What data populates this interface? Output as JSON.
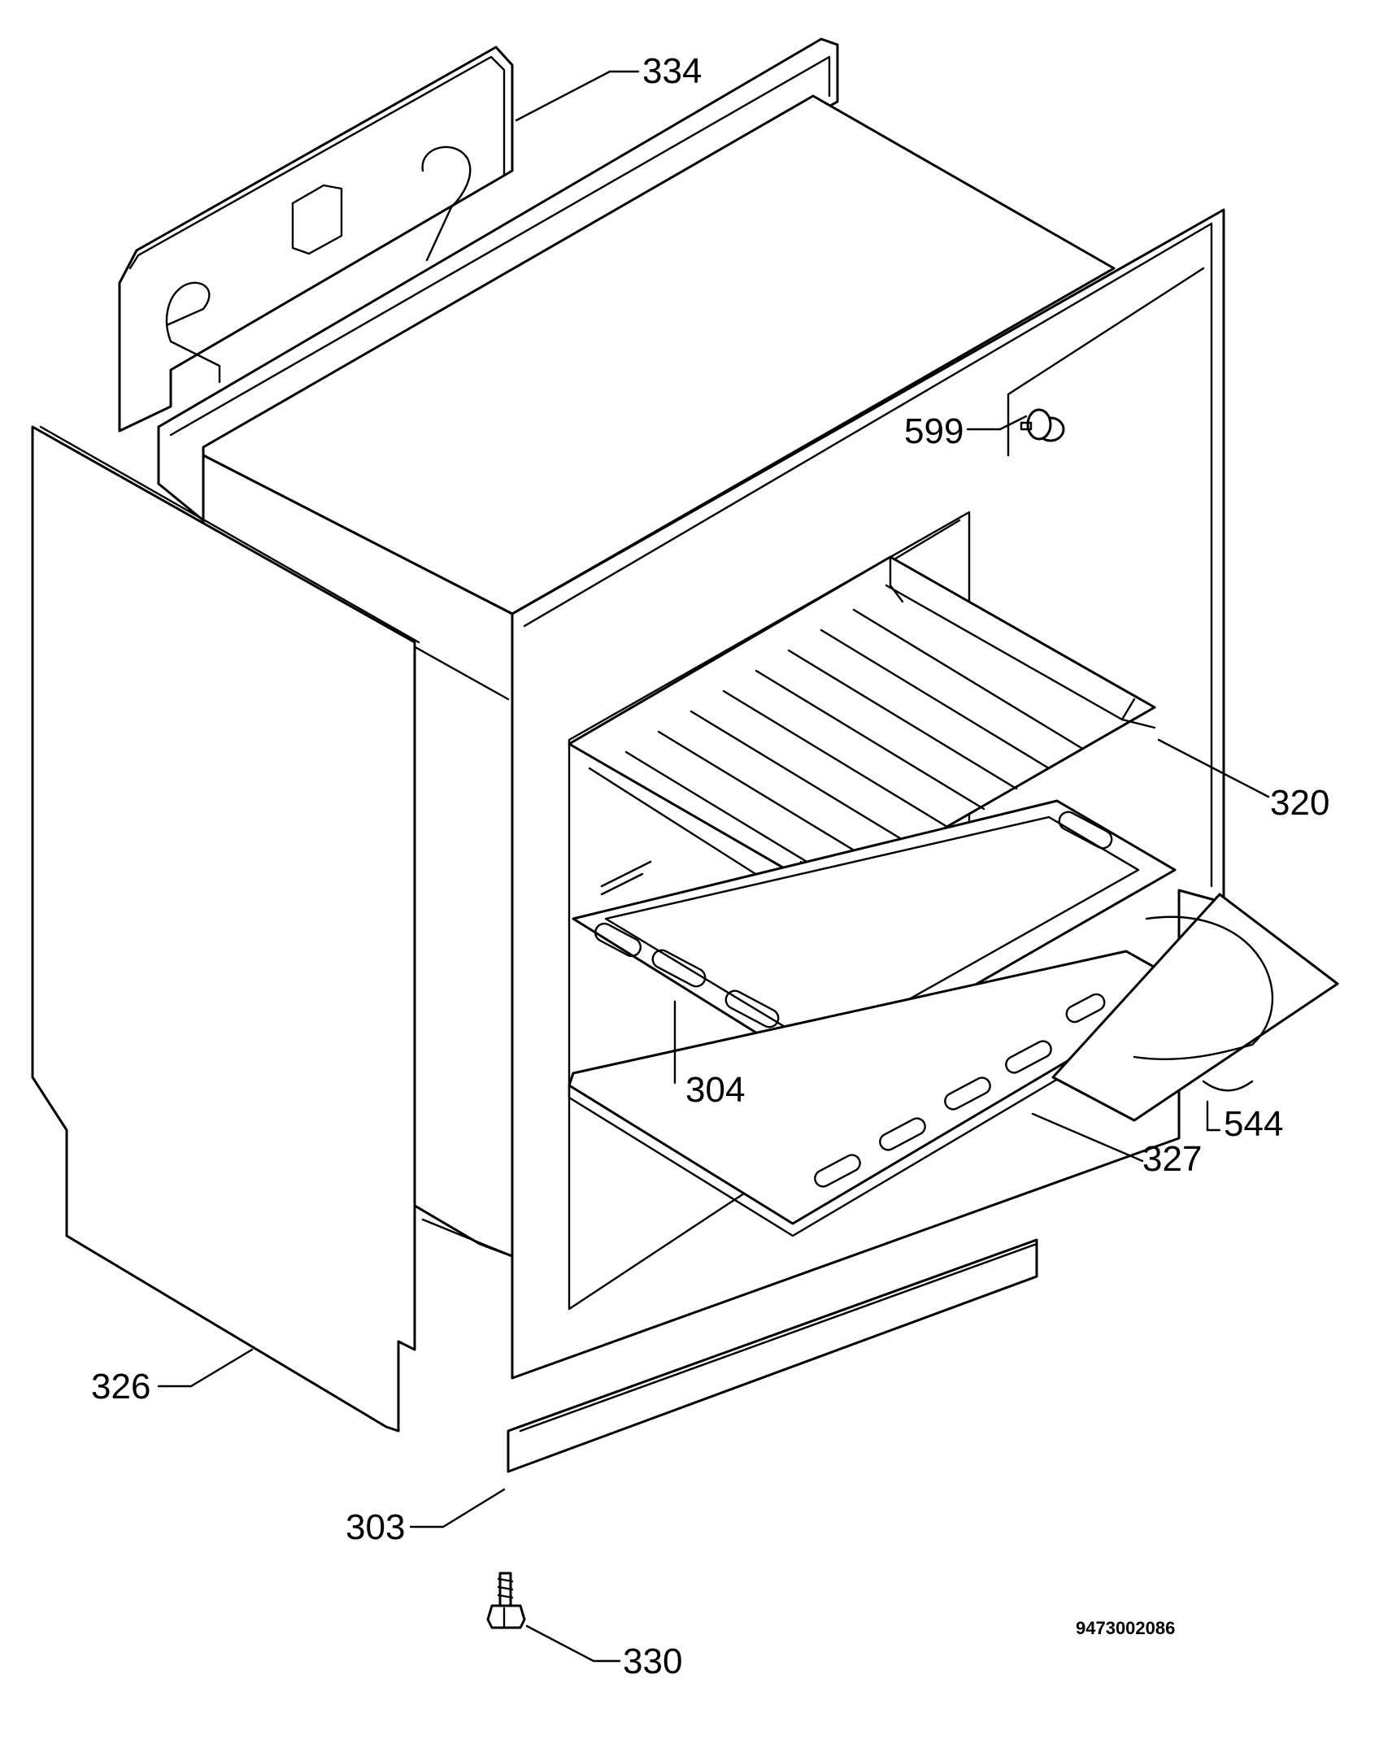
{
  "diagram": {
    "callouts": {
      "c334": "334",
      "c599": "599",
      "c320": "320",
      "c304": "304",
      "c544": "544",
      "c327": "327",
      "c326": "326",
      "c303": "303",
      "c330": "330"
    },
    "document_number": "9473002086",
    "colors": {
      "line": "#000000",
      "background": "#ffffff"
    }
  }
}
